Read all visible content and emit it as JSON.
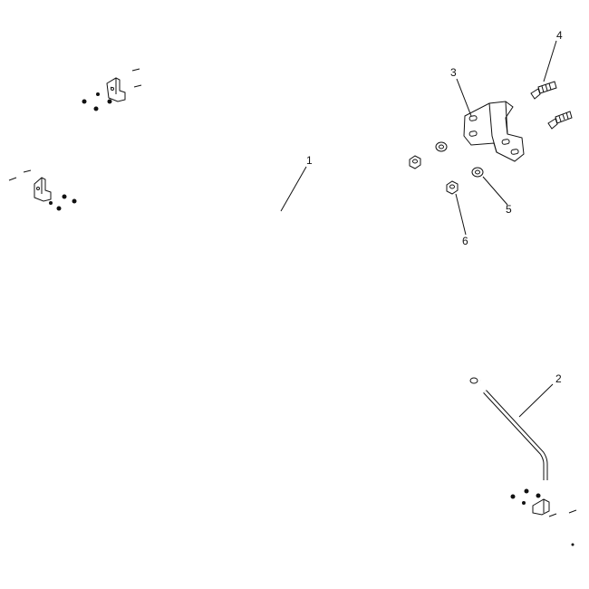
{
  "diagram": {
    "callouts": [
      {
        "id": "c1",
        "label": "1"
      },
      {
        "id": "c2",
        "label": "2"
      },
      {
        "id": "c3",
        "label": "3"
      },
      {
        "id": "c4",
        "label": "4"
      },
      {
        "id": "c5",
        "label": "5"
      },
      {
        "id": "c6",
        "label": "6"
      }
    ],
    "colors": {
      "line": "#111111",
      "background": "#ffffff"
    }
  }
}
